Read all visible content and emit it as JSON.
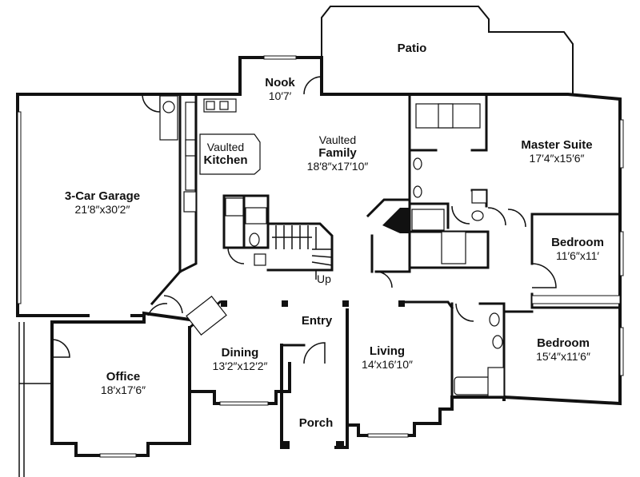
{
  "rooms": {
    "patio": {
      "name": "Patio"
    },
    "nook": {
      "name": "Nook",
      "dims": "10′7′"
    },
    "garage": {
      "name": "3-Car  Garage",
      "dims": "21′8″x30′2″"
    },
    "kitchen": {
      "prefix": "Vaulted",
      "name": "Kitchen"
    },
    "family": {
      "prefix": "Vaulted",
      "name": "Family",
      "dims": "18′8″x17′10″"
    },
    "master": {
      "name": "Master  Suite",
      "dims": "17′4″x15′6″"
    },
    "bedroom1": {
      "name": "Bedroom",
      "dims": "11′6″x11′"
    },
    "bedroom2": {
      "name": "Bedroom",
      "dims": "15′4″x11′6″"
    },
    "office": {
      "name": "Office",
      "dims": "18′x17′6″"
    },
    "dining": {
      "name": "Dining",
      "dims": "13′2″x12′2″"
    },
    "entry": {
      "name": "Entry"
    },
    "living": {
      "name": "Living",
      "dims": "14′x16′10″"
    },
    "porch": {
      "name": "Porch"
    }
  },
  "stairs": {
    "label": "Up"
  }
}
